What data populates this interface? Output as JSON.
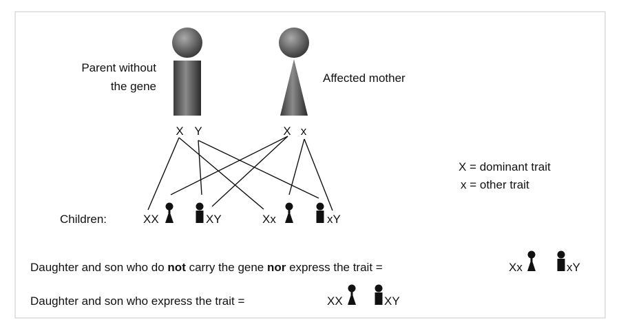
{
  "parents": {
    "father_label_line1": "Parent without",
    "father_label_line2": "the gene",
    "mother_label": "Affected mother",
    "father_alleles": [
      "X",
      "Y"
    ],
    "mother_alleles": [
      "X",
      "x"
    ]
  },
  "children": {
    "label": "Children:",
    "genotypes": [
      "XX",
      "XY",
      "Xx",
      "xY"
    ]
  },
  "key": {
    "dominant": "X = dominant trait",
    "other": "x = other trait"
  },
  "summary": {
    "line1_pre": "Daughter and son who do ",
    "line1_bold1": "not",
    "line1_mid": " carry the gene ",
    "line1_bold2": "nor",
    "line1_post": " express the trait =",
    "line1_daughter": "Xx",
    "line1_son": "xY",
    "line2": "Daughter and son who express the trait =",
    "line2_daughter": "XX",
    "line2_son": "XY"
  }
}
